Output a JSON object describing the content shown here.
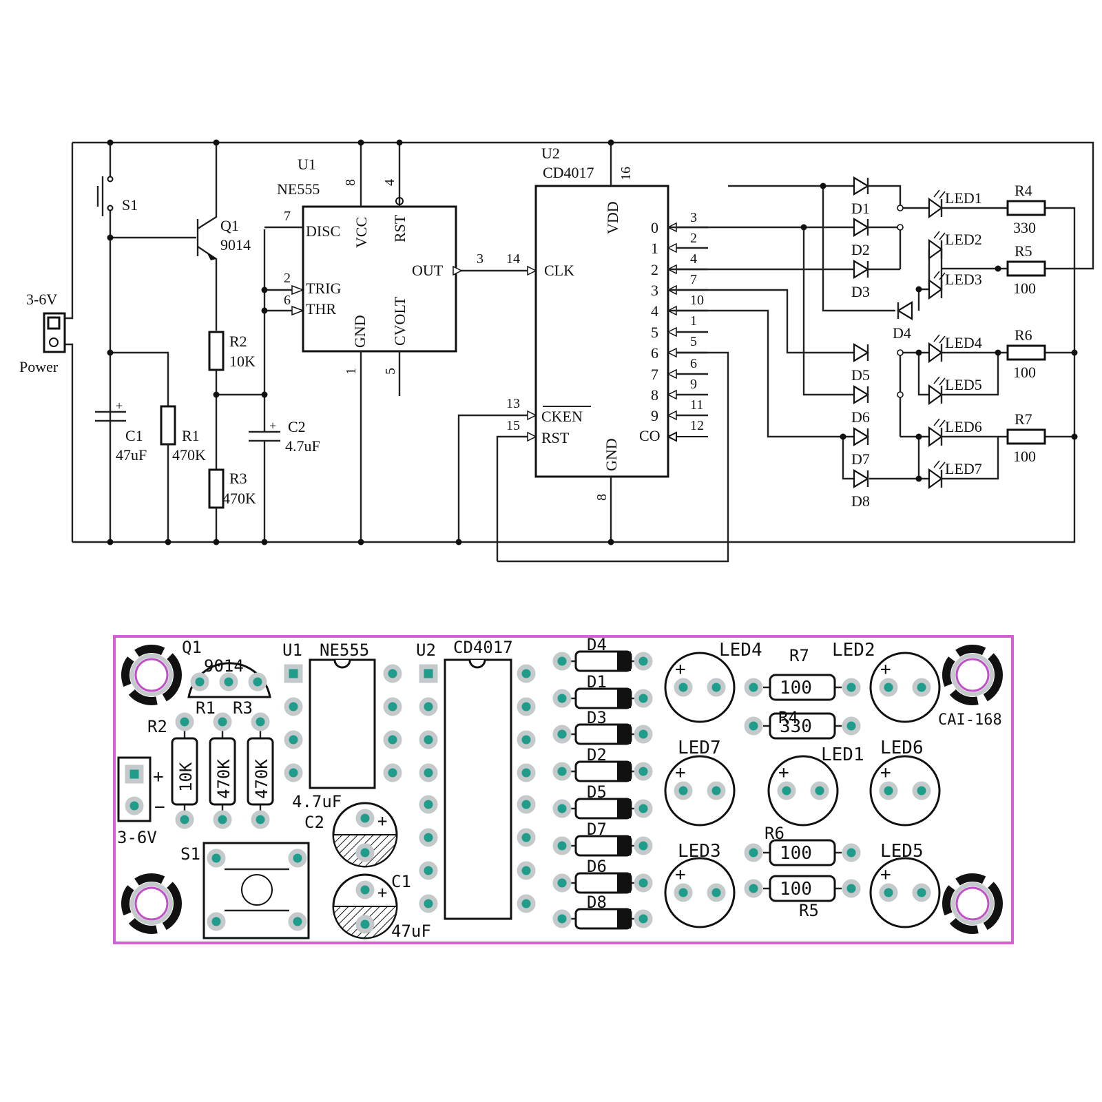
{
  "schematic": {
    "power": {
      "voltage": "3-6V",
      "label": "Power"
    },
    "s1": "S1",
    "q1": {
      "ref": "Q1",
      "value": "9014"
    },
    "c1": {
      "ref": "C1",
      "value": "47uF"
    },
    "r1": {
      "ref": "R1",
      "value": "470K"
    },
    "r2": {
      "ref": "R2",
      "value": "10K"
    },
    "r3": {
      "ref": "R3",
      "value": "470K"
    },
    "c2": {
      "ref": "C2",
      "value": "4.7uF"
    },
    "plus": "+",
    "u1": {
      "ref": "U1",
      "part": "NE555",
      "pins": {
        "disc": "DISC",
        "vcc": "VCC",
        "rst": "RST",
        "trig": "TRIG",
        "thr": "THR",
        "out": "OUT",
        "gnd": "GND",
        "cvolt": "CVOLT"
      },
      "pin_numbers": {
        "vcc": "8",
        "rst": "4",
        "disc": "7",
        "trig": "2",
        "thr": "6",
        "gnd": "1",
        "cvolt": "5",
        "out": "3"
      }
    },
    "u2": {
      "ref": "U2",
      "part": "CD4017",
      "pins": {
        "vdd": "VDD",
        "clk": "CLK",
        "cken": "CKEN",
        "rst": "RST",
        "gnd": "GND",
        "co": "CO"
      },
      "pin_numbers": {
        "vdd": "16",
        "clk": "14",
        "cken": "13",
        "rst": "15",
        "gnd": "8"
      },
      "outputs": [
        "0",
        "1",
        "2",
        "3",
        "4",
        "5",
        "6",
        "7",
        "8",
        "9"
      ],
      "output_pins": [
        "3",
        "2",
        "4",
        "7",
        "10",
        "1",
        "5",
        "6",
        "9",
        "11",
        "12"
      ]
    },
    "diodes": [
      "D1",
      "D2",
      "D3",
      "D4",
      "D5",
      "D6",
      "D7",
      "D8"
    ],
    "leds": [
      "LED1",
      "LED2",
      "LED3",
      "LED4",
      "LED5",
      "LED6",
      "LED7"
    ],
    "resistors": [
      {
        "ref": "R4",
        "value": "330"
      },
      {
        "ref": "R5",
        "value": "100"
      },
      {
        "ref": "R6",
        "value": "100"
      },
      {
        "ref": "R7",
        "value": "100"
      }
    ]
  },
  "pcb": {
    "q1": {
      "ref": "Q1",
      "value": "9014"
    },
    "u1": {
      "ref": "U1",
      "part": "NE555"
    },
    "u2": {
      "ref": "U2",
      "part": "CD4017"
    },
    "r1": "R1",
    "r2": "R2",
    "r3": "R3",
    "r2_value": "10K",
    "r1_value": "470K",
    "r3_value": "470K",
    "power": {
      "label": "3-6V",
      "plus": "+",
      "minus": "−"
    },
    "s1": "S1",
    "c2": {
      "ref": "C2",
      "value": "4.7uF"
    },
    "c1": {
      "ref": "C1",
      "value": "47uF"
    },
    "diodes": [
      "D4",
      "D1",
      "D3",
      "D2",
      "D5",
      "D7",
      "D6",
      "D8"
    ],
    "leds": {
      "led4": "LED4",
      "led2": "LED2",
      "led7": "LED7",
      "led1": "LED1",
      "led6": "LED6",
      "led3": "LED3",
      "led5": "LED5"
    },
    "resistors": {
      "r7": {
        "ref": "R7",
        "value": "100"
      },
      "r4": {
        "ref": "R4",
        "value": "330"
      },
      "r6": {
        "ref": "R6",
        "value": "100"
      },
      "r5": {
        "ref": "R5",
        "value": "100"
      }
    },
    "board_code": "CAI-168",
    "plus": "+",
    "colors": {
      "board_outline": "#d55fd6",
      "pad": "#1f9c8a",
      "pad_ring": "#c4c9cb",
      "hole_ring": "#c04fc8"
    }
  }
}
